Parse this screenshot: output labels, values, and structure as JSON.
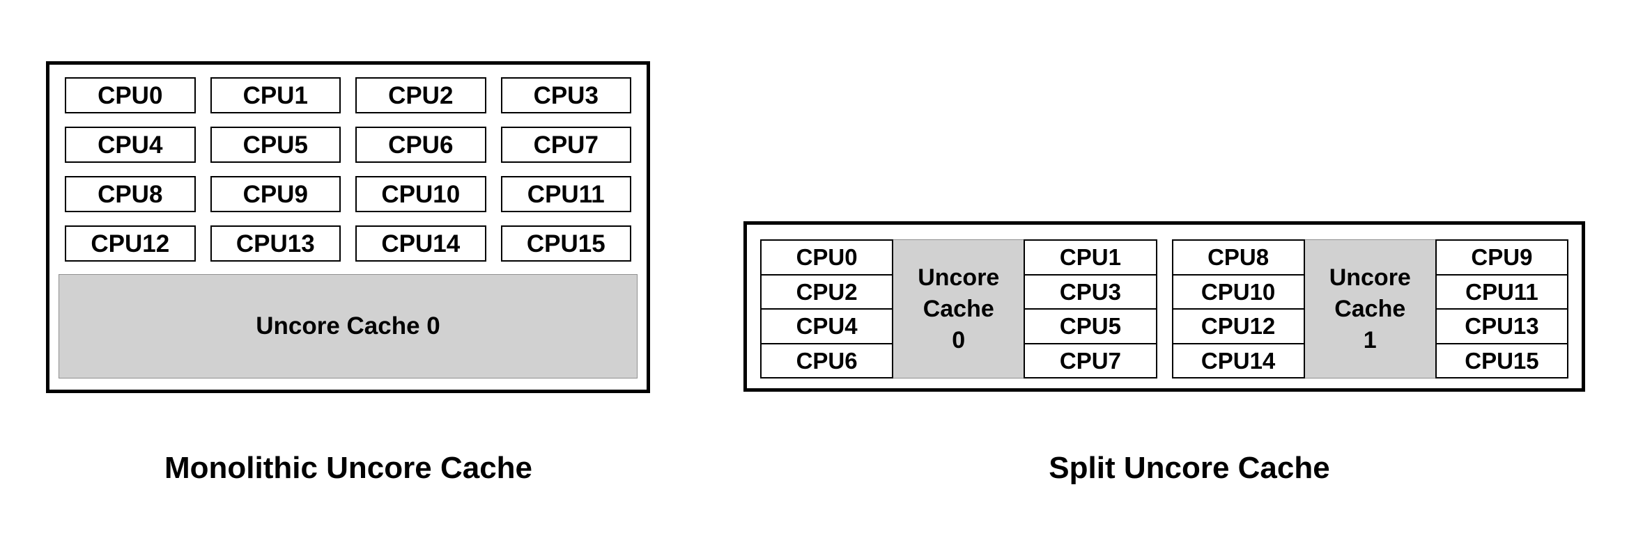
{
  "colors": {
    "cache_fill": "#d1d1d1",
    "border": "#000000",
    "background": "#ffffff"
  },
  "monolithic": {
    "caption": "Monolithic Uncore Cache",
    "cpus": [
      "CPU0",
      "CPU1",
      "CPU2",
      "CPU3",
      "CPU4",
      "CPU5",
      "CPU6",
      "CPU7",
      "CPU8",
      "CPU9",
      "CPU10",
      "CPU11",
      "CPU12",
      "CPU13",
      "CPU14",
      "CPU15"
    ],
    "cache_label": "Uncore Cache 0"
  },
  "split": {
    "caption": "Split Uncore Cache",
    "clusters": [
      {
        "left_cpus": [
          "CPU0",
          "CPU2",
          "CPU4",
          "CPU6"
        ],
        "cache_lines": [
          "Uncore",
          "Cache",
          "0"
        ],
        "right_cpus": [
          "CPU1",
          "CPU3",
          "CPU5",
          "CPU7"
        ]
      },
      {
        "left_cpus": [
          "CPU8",
          "CPU10",
          "CPU12",
          "CPU14"
        ],
        "cache_lines": [
          "Uncore",
          "Cache",
          "1"
        ],
        "right_cpus": [
          "CPU9",
          "CPU11",
          "CPU13",
          "CPU15"
        ]
      }
    ]
  }
}
